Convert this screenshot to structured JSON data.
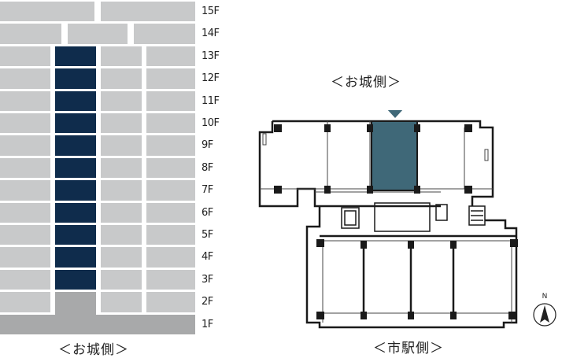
{
  "floors": [
    "15F",
    "14F",
    "13F",
    "12F",
    "11F",
    "10F",
    "9F",
    "8F",
    "7F",
    "6F",
    "5F",
    "4F",
    "3F",
    "2F",
    "1F"
  ],
  "highlight_floors": [
    "13F",
    "12F",
    "11F",
    "10F",
    "9F",
    "8F",
    "7F",
    "6F",
    "5F",
    "4F",
    "3F"
  ],
  "elevation_caption": "＜お城側＞",
  "plan_caption_top": "＜お城側＞",
  "plan_caption_bottom": "＜市駅側＞",
  "compass_label": "N",
  "colors": {
    "unit": "#c8c9ca",
    "highlight_unit": "#0f2c4c",
    "base": "#a8a9aa",
    "plan_highlight": "#3f6878",
    "arrow": "#3f6878",
    "wall": "#1a1a1a"
  }
}
